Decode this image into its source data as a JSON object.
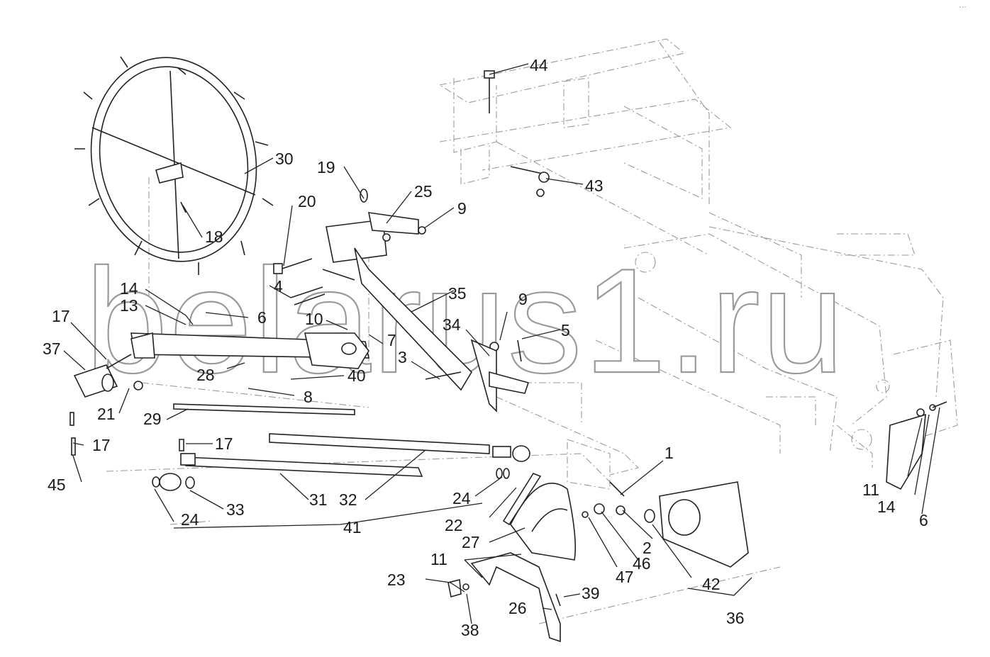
{
  "watermark": "belarus1.ru",
  "corner_mark": "···",
  "callouts": [
    {
      "id": "44",
      "text": "44"
    },
    {
      "id": "30",
      "text": "30"
    },
    {
      "id": "19",
      "text": "19"
    },
    {
      "id": "25",
      "text": "25"
    },
    {
      "id": "9a",
      "text": "9"
    },
    {
      "id": "43",
      "text": "43"
    },
    {
      "id": "20",
      "text": "20"
    },
    {
      "id": "18",
      "text": "18"
    },
    {
      "id": "14a",
      "text": "14"
    },
    {
      "id": "13",
      "text": "13"
    },
    {
      "id": "6a",
      "text": "6"
    },
    {
      "id": "4",
      "text": "4"
    },
    {
      "id": "35",
      "text": "35"
    },
    {
      "id": "9b",
      "text": "9"
    },
    {
      "id": "10",
      "text": "10"
    },
    {
      "id": "17a",
      "text": "17"
    },
    {
      "id": "34",
      "text": "34"
    },
    {
      "id": "5",
      "text": "5"
    },
    {
      "id": "37",
      "text": "37"
    },
    {
      "id": "7",
      "text": "7"
    },
    {
      "id": "3",
      "text": "3"
    },
    {
      "id": "28",
      "text": "28"
    },
    {
      "id": "40",
      "text": "40"
    },
    {
      "id": "21",
      "text": "21"
    },
    {
      "id": "8",
      "text": "8"
    },
    {
      "id": "29",
      "text": "29"
    },
    {
      "id": "17b",
      "text": "17"
    },
    {
      "id": "17c",
      "text": "17"
    },
    {
      "id": "1",
      "text": "1"
    },
    {
      "id": "45",
      "text": "45"
    },
    {
      "id": "24a",
      "text": "24"
    },
    {
      "id": "33",
      "text": "33"
    },
    {
      "id": "31",
      "text": "31"
    },
    {
      "id": "32",
      "text": "32"
    },
    {
      "id": "24b",
      "text": "24"
    },
    {
      "id": "22",
      "text": "22"
    },
    {
      "id": "41",
      "text": "41"
    },
    {
      "id": "11a",
      "text": "11"
    },
    {
      "id": "14b",
      "text": "14"
    },
    {
      "id": "6b",
      "text": "6"
    },
    {
      "id": "27",
      "text": "27"
    },
    {
      "id": "2",
      "text": "2"
    },
    {
      "id": "46",
      "text": "46"
    },
    {
      "id": "47",
      "text": "47"
    },
    {
      "id": "11b",
      "text": "11"
    },
    {
      "id": "23",
      "text": "23"
    },
    {
      "id": "42",
      "text": "42"
    },
    {
      "id": "39",
      "text": "39"
    },
    {
      "id": "26",
      "text": "26"
    },
    {
      "id": "36",
      "text": "36"
    },
    {
      "id": "38",
      "text": "38"
    }
  ]
}
